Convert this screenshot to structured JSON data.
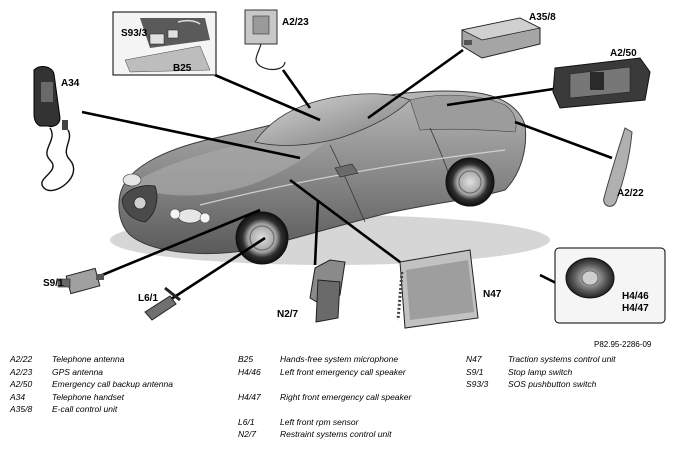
{
  "diagram": {
    "reference": "P82.95-2286-09",
    "callouts": {
      "s93_3": "S93/3",
      "b25": "B25",
      "a2_23": "A2/23",
      "a35_8": "A35/8",
      "a2_50": "A2/50",
      "a34": "A34",
      "a2_22": "A2/22",
      "s9_1": "S9/1",
      "l6_1": "L6/1",
      "n2_7": "N2/7",
      "n47": "N47",
      "h4_46": "H4/46",
      "h4_47": "H4/47"
    }
  },
  "legend": {
    "col1": [
      {
        "code": "A2/22",
        "text": "Telephone antenna"
      },
      {
        "code": "A2/23",
        "text": "GPS antenna"
      },
      {
        "code": "A2/50",
        "text": "Emergency call backup antenna"
      },
      {
        "code": "A34",
        "text": "Telephone handset"
      },
      {
        "code": "A35/8",
        "text": "E-call control unit"
      }
    ],
    "col2": [
      {
        "code": "B25",
        "text": "Hands-free system microphone"
      },
      {
        "code": "H4/46",
        "text": "Left front emergency call speaker"
      },
      {
        "code": "H4/47",
        "text": "Right front emergency call speaker"
      },
      {
        "code": "L6/1",
        "text": "Left front rpm sensor"
      },
      {
        "code": "N2/7",
        "text": "Restraint systems control unit"
      }
    ],
    "col3": [
      {
        "code": "N47",
        "text": "Traction systems control unit"
      },
      {
        "code": "S9/1",
        "text": "Stop lamp switch"
      },
      {
        "code": "S93/3",
        "text": "SOS pushbutton switch"
      }
    ]
  }
}
